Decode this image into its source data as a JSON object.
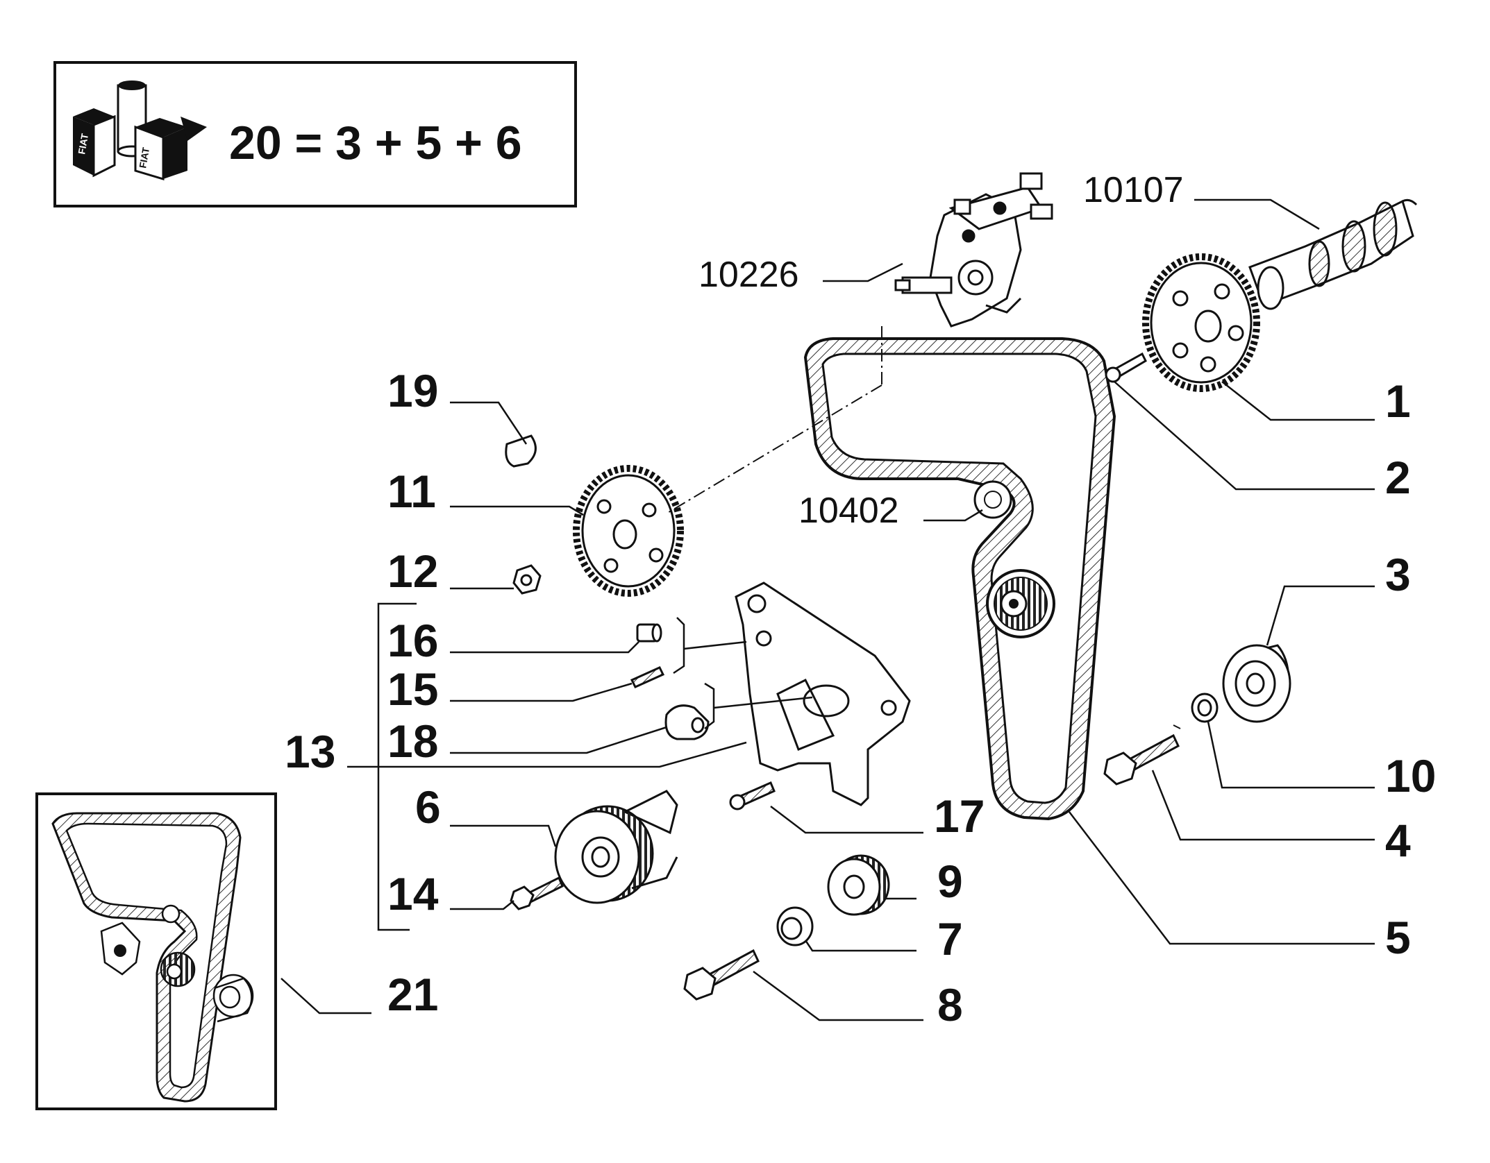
{
  "kit_box": {
    "equation": "20 = 3 + 5 + 6",
    "logo_text": "FIAT"
  },
  "labels": {
    "p1": "1",
    "p2": "2",
    "p3": "3",
    "p4": "4",
    "p5": "5",
    "p6": "6",
    "p7": "7",
    "p8": "8",
    "p9": "9",
    "p10": "10",
    "p11": "11",
    "p12": "12",
    "p13": "13",
    "p14": "14",
    "p15": "15",
    "p16": "16",
    "p17": "17",
    "p18": "18",
    "p19": "19",
    "p21": "21",
    "ref10107": "10107",
    "ref10226": "10226",
    "ref10402": "10402"
  },
  "icons": {
    "kit": "kit-boxes-icon"
  },
  "colors": {
    "ink": "#111111",
    "background": "#ffffff"
  }
}
